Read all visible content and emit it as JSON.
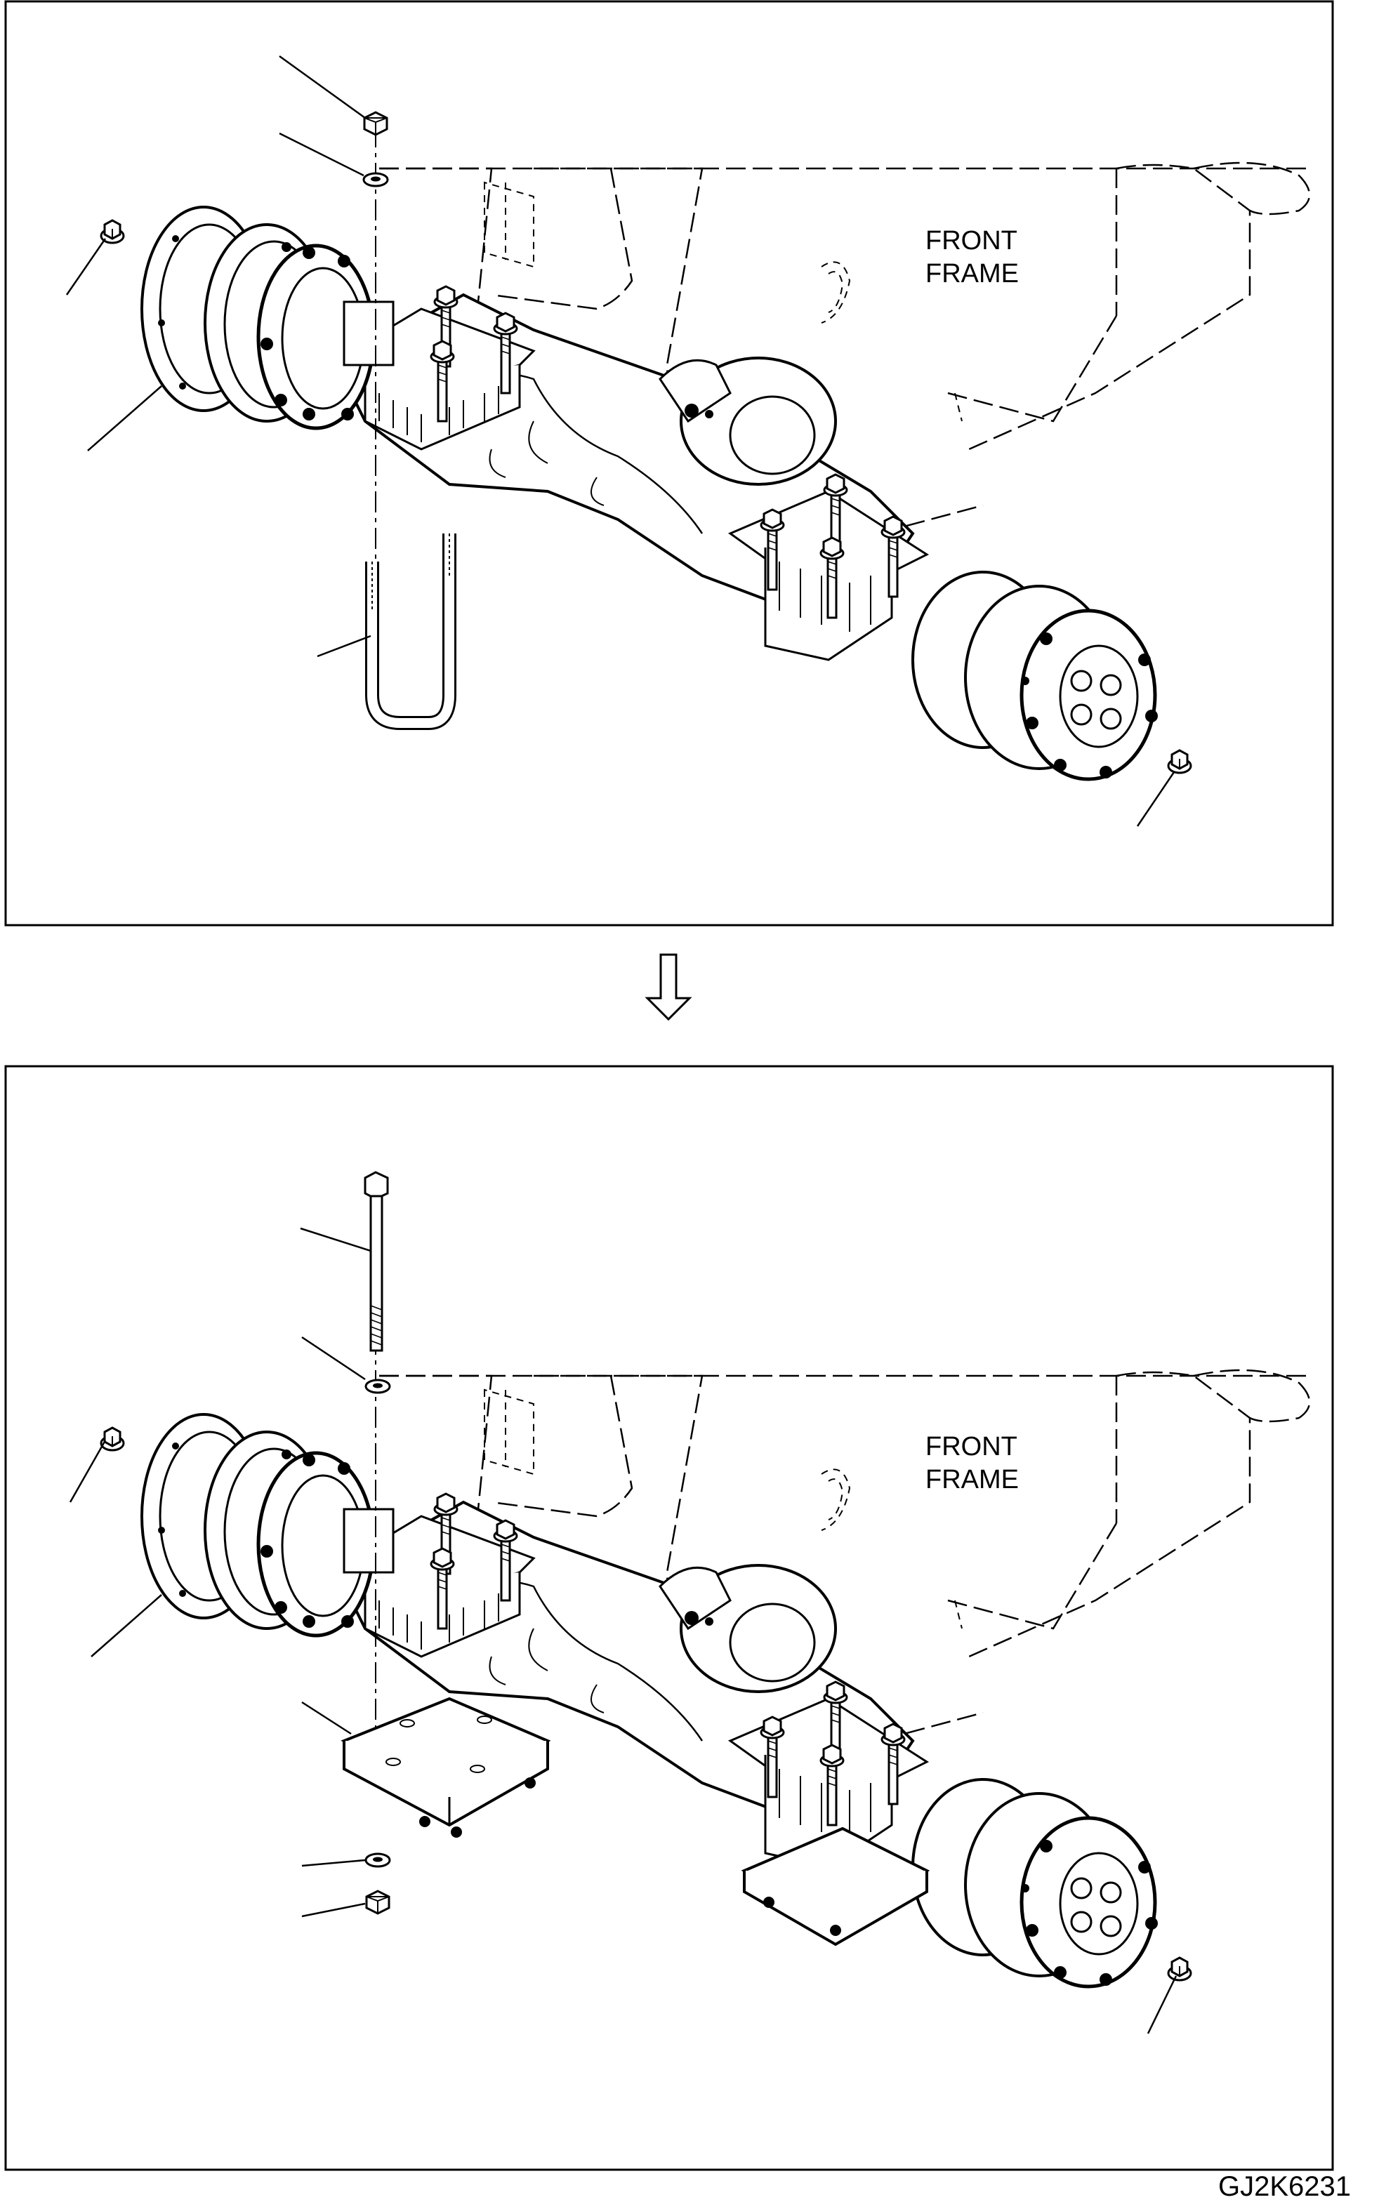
{
  "panels": {
    "top": {
      "label_line1": "FRONT",
      "label_line2": "FRAME"
    },
    "bottom": {
      "label_line1": "FRONT",
      "label_line2": "FRAME"
    }
  },
  "transition_arrow": "down-arrow-icon",
  "figure_reference": "GJ2K6231"
}
